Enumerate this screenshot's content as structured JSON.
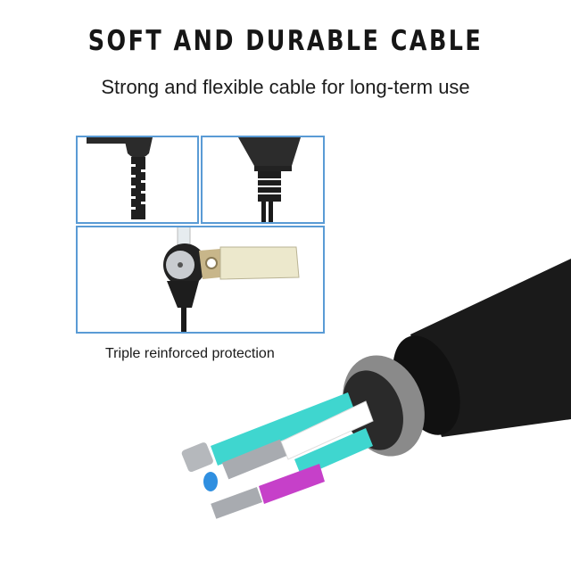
{
  "header": {
    "title": "SOFT AND DURABLE CABLE",
    "subtitle": "Strong and flexible cable for long-term use"
  },
  "detail_panels": {
    "border_color": "#5a9bd5",
    "items": [
      {
        "name": "strain-relief-closeup-1"
      },
      {
        "name": "strain-relief-closeup-2"
      },
      {
        "name": "clip-and-strain-relief"
      }
    ],
    "caption": "Triple reinforced protection"
  },
  "cable_illustration": {
    "jacket_color": "#1a1a1a",
    "inner_sleeve_color": "#8a8a8a",
    "wire_colors": [
      "#3fd6cf",
      "#ffffff",
      "#2f8fe0",
      "#3fd6cf",
      "#c640c9"
    ]
  }
}
